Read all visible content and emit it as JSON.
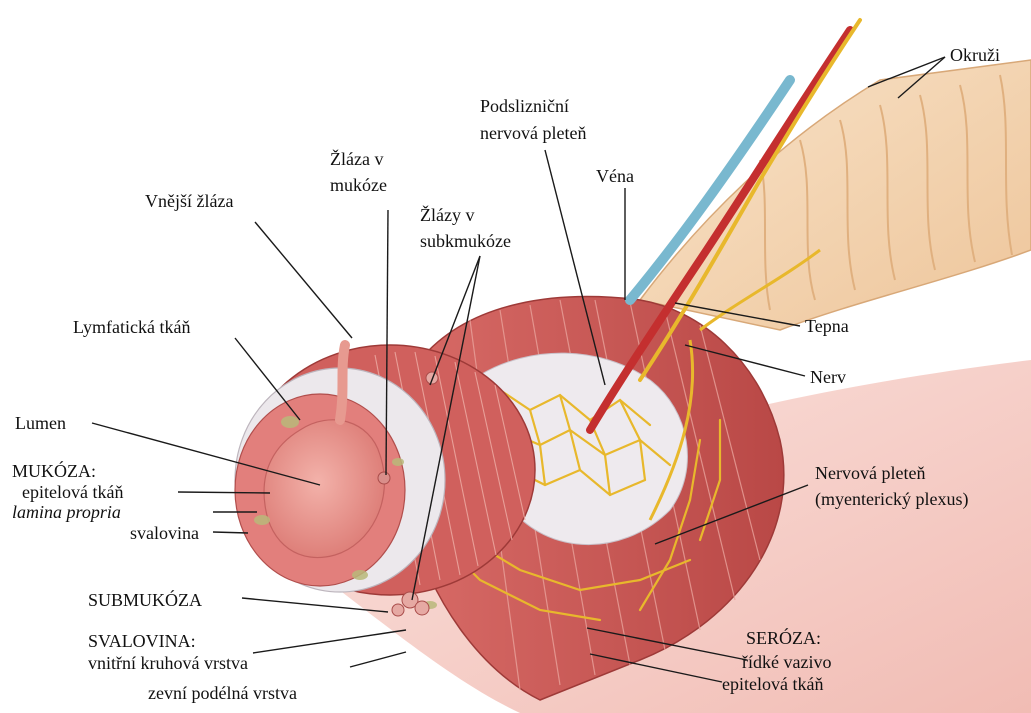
{
  "colors": {
    "muscle": "#cf5e5e",
    "muscle_light": "#e79a90",
    "mucosa": "#e27f7c",
    "lumen": "#ec9d97",
    "submucosa": "#e6e2e6",
    "serosa_bg": "#f3c9c3",
    "nerve": "#e8b82c",
    "artery": "#c42f2f",
    "vein": "#79b8cf",
    "mesentery": "#f4d7b7",
    "line": "#1a1a1a"
  },
  "labels": {
    "okruzi": "Okruži",
    "podsliznicni_1": "Podslizniční",
    "podsliznicni_2": "nervová pleteň",
    "zlaza_mukoze_1": "Žláza v",
    "zlaza_mukoze_2": "mukóze",
    "vena": "Véna",
    "vnejsi_zlaza": "Vnější žláza",
    "zlazy_sub_1": "Žlázy v",
    "zlazy_sub_2": "subkmukóze",
    "lymfaticka": "Lymfatická tkáň",
    "tepna": "Tepna",
    "nerv": "Nerv",
    "lumen": "Lumen",
    "mukoza_title": "MUKÓZA:",
    "mukoza_epitel": "epitelová tkáň",
    "mukoza_lamina": "lamina propria",
    "mukoza_svalovina": "svalovina",
    "nervova_pleten_1": "Nervová pleteň",
    "nervova_pleten_2": "(myenterický plexus)",
    "submukoza": "SUBMUKÓZA",
    "svalovina_title": "SVALOVINA:",
    "svalovina_vnitrni": "vnitřní kruhová vrstva",
    "svalovina_zevni": "zevní podélná vrstva",
    "seroza_title": "SERÓZA:",
    "seroza_ridke": "řídké vazivo",
    "seroza_epitel": "epitelová tkáň"
  }
}
